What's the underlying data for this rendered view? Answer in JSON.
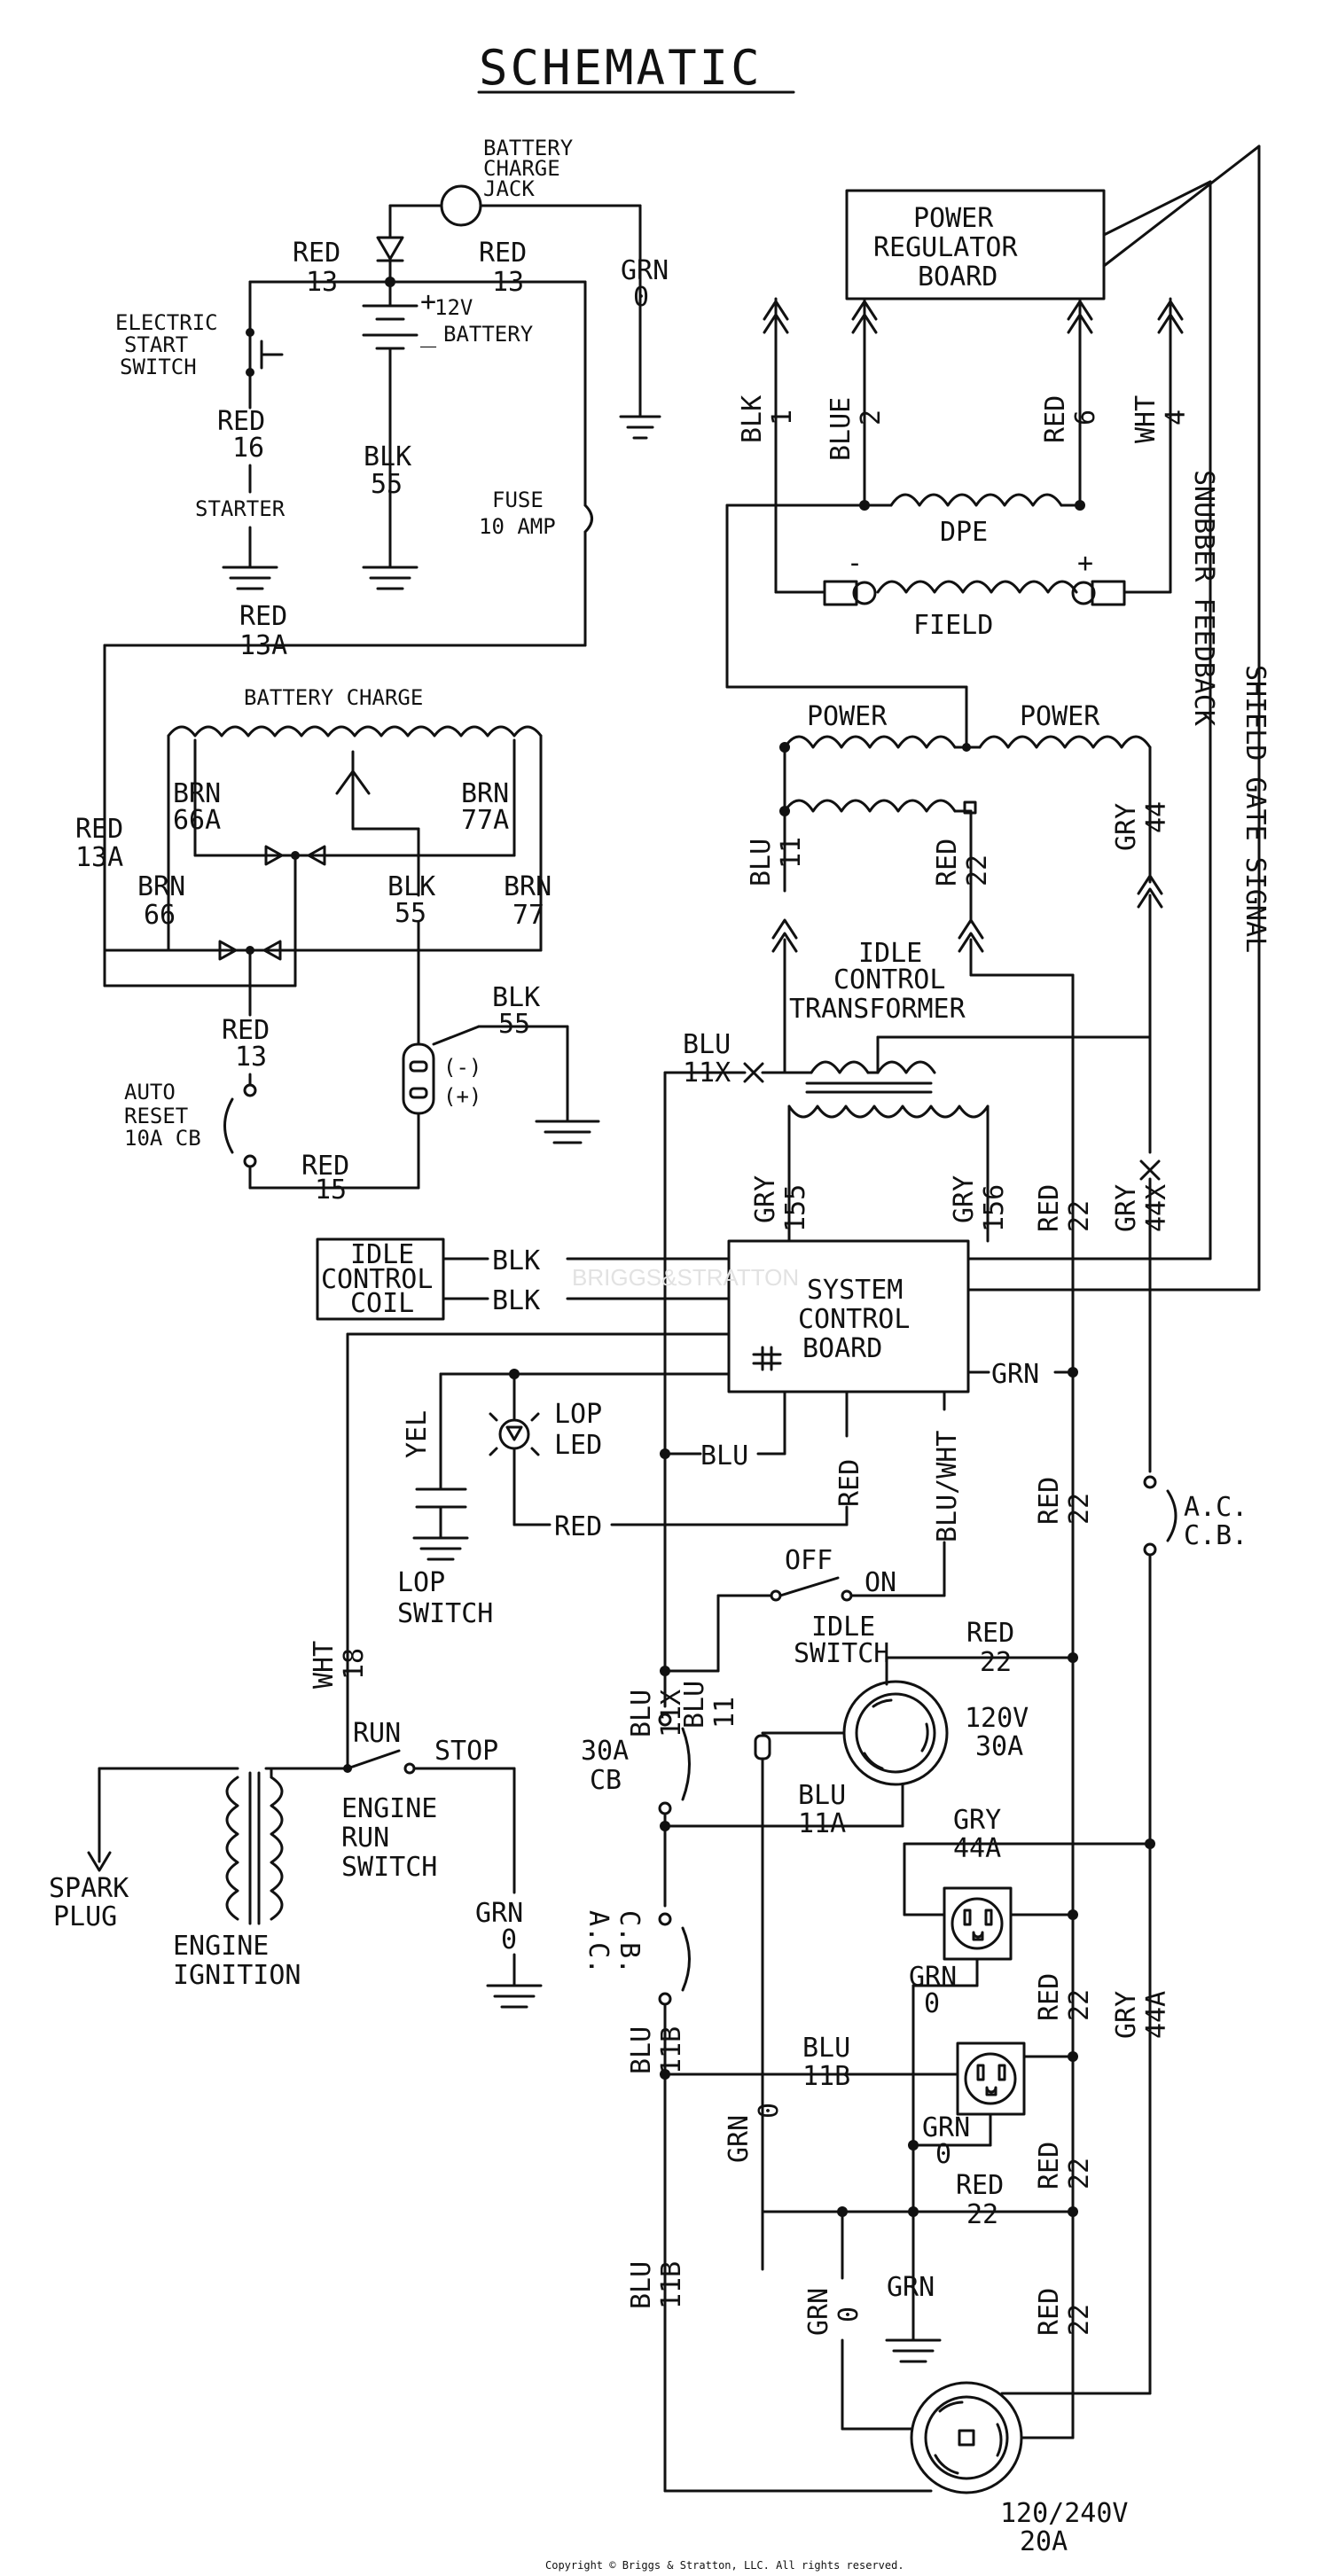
{
  "title": "SCHEMATIC",
  "copyright": "Copyright © Briggs & Stratton, LLC. All rights reserved.",
  "watermark": "BRIGGS&STRATTON",
  "labels": {
    "battery_charge_jack_1": "BATTERY",
    "battery_charge_jack_2": "CHARGE",
    "battery_charge_jack_3": "JACK",
    "red_l": "RED",
    "red_13_l": "13",
    "red_r": "RED",
    "red_13_r": "13",
    "grn_top": "GRN",
    "grn_0_top": "0",
    "v12": "12V",
    "battery": "BATTERY",
    "plus": "+",
    "minus": "_",
    "elec_start_1": "ELECTRIC",
    "elec_start_2": "START",
    "elec_start_3": "SWITCH",
    "red_16a": "RED",
    "red_16b": "16",
    "blk_55a": "BLK",
    "blk_55b": "55",
    "starter": "STARTER",
    "fuse_1": "FUSE",
    "fuse_2": "10 AMP",
    "red13a_1": "RED",
    "red13a_2": "13A",
    "battery_charge": "BATTERY CHARGE",
    "brn66a_1": "BRN",
    "brn66a_2": "66A",
    "brn77a_1": "BRN",
    "brn77a_2": "77A",
    "red13a_l1": "RED",
    "red13a_l2": "13A",
    "brn66_1": "BRN",
    "brn66_2": "66",
    "blk55c_1": "BLK",
    "blk55c_2": "55",
    "brn77_1": "BRN",
    "brn77_2": "77",
    "red13b_1": "RED",
    "red13b_2": "13",
    "blk55d_1": "BLK",
    "blk55d_2": "55",
    "neg": "(-)",
    "pos": "(+)",
    "auto_reset_1": "AUTO",
    "auto_reset_2": "RESET",
    "auto_reset_3": "10A CB",
    "red15_1": "RED",
    "red15_2": "15",
    "prb_1": "POWER",
    "prb_2": "REGULATOR",
    "prb_3": "BOARD",
    "blk1_1": "BLK",
    "blk1_2": "1",
    "blue2_1": "BLUE",
    "blue2_2": "2",
    "red6_1": "RED",
    "red6_2": "6",
    "wht4_1": "WHT",
    "wht4_2": "4",
    "dpe": "DPE",
    "field": "FIELD",
    "field_minus": "-",
    "field_plus": "+",
    "snubber": "SNUBBER FEEDBACK",
    "shield": "SHIELD GATE SIGNAL",
    "power_l": "POWER",
    "power_r": "POWER",
    "blu11_1": "BLU",
    "blu11_2": "11",
    "red22_1": "RED",
    "red22_2": "22",
    "gry44_1": "GRY",
    "gry44_2": "44",
    "ict_1": "IDLE",
    "ict_2": "CONTROL",
    "ict_3": "TRANSFORMER",
    "blu11x_1": "BLU",
    "blu11x_2": "11X",
    "gry155_1": "GRY",
    "gry155_2": "155",
    "gry156_1": "GRY",
    "gry156_2": "156",
    "red22b_1": "RED",
    "red22b_2": "22",
    "gry44x_1": "GRY",
    "gry44x_2": "44X",
    "idle_coil_1": "IDLE",
    "idle_coil_2": "CONTROL",
    "idle_coil_3": "COIL",
    "blk_a": "BLK",
    "blk_b": "BLK",
    "scb_1": "SYSTEM",
    "scb_2": "CONTROL",
    "scb_3": "BOARD",
    "grn_scb": "GRN",
    "lop_led_1": "LOP",
    "lop_led_2": "LED",
    "yel": "YEL",
    "blu_mid": "BLU",
    "red_v": "RED",
    "bluwht": "BLU/WHT",
    "red_h": "RED",
    "lop_sw_1": "LOP",
    "lop_sw_2": "SWITCH",
    "red22c_1": "RED",
    "red22c_2": "22",
    "acb_1": "A.C.",
    "acb_2": "C.B.",
    "off": "OFF",
    "on": "ON",
    "idle_sw_1": "IDLE",
    "idle_sw_2": "SWITCH",
    "wht18_1": "WHT",
    "wht18_2": "18",
    "blu11x_l1": "BLU",
    "blu11x_l2": "11X",
    "blu11_l1": "BLU",
    "blu11_l2": "11",
    "red22d_1": "RED",
    "red22d_2": "22",
    "r120_1": "120V",
    "r120_2": "30A",
    "cb30_1": "30A",
    "cb30_2": "CB",
    "run": "RUN",
    "stop": "STOP",
    "ers_1": "ENGINE",
    "ers_2": "RUN",
    "ers_3": "SWITCH",
    "blu11a_1": "BLU",
    "blu11a_2": "11A",
    "gry44a_1": "GRY",
    "gry44a_2": "44A",
    "spark_1": "SPARK",
    "spark_2": "PLUG",
    "grn_ers_1": "GRN",
    "grn_ers_2": "0",
    "engign_1": "ENGINE",
    "engign_2": "IGNITION",
    "acb2_1": "A.C.",
    "acb2_2": "C.B.",
    "grn0a_1": "GRN",
    "grn0a_2": "0",
    "red22e_1": "RED",
    "red22e_2": "22",
    "gry44a_v1": "GRY",
    "gry44a_v2": "44A",
    "blu11b_1": "BLU",
    "blu11b_2": "11B",
    "blu11b_h1": "BLU",
    "blu11b_h2": "11B",
    "grn0b_1": "GRN",
    "grn0b_2": "0",
    "grn0c_1": "GRN",
    "grn0c_2": "0",
    "red22f_1": "RED",
    "red22f_2": "22",
    "red22g_1": "RED",
    "red22g_2": "22",
    "blu11b_v1": "BLU",
    "blu11b_v2": "11B",
    "grn0d_1": "GRN",
    "grn0d_2": "0",
    "grn_gnd": "GRN",
    "red22h_1": "RED",
    "red22h_2": "22",
    "r240_1": "120/240V",
    "r240_2": "20A"
  }
}
